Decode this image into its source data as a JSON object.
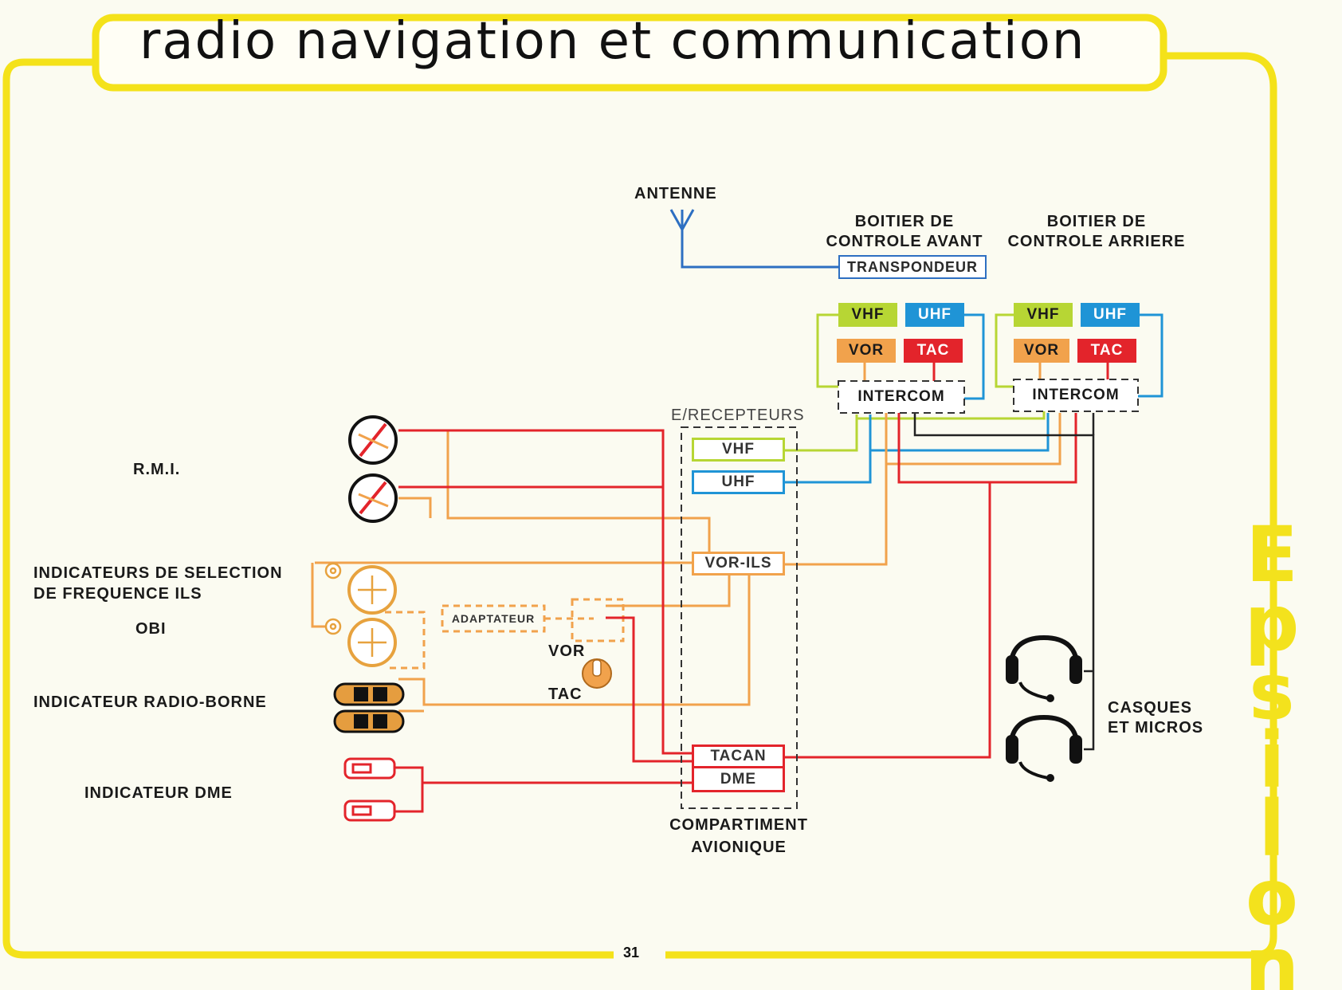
{
  "title": "radio navigation et communication",
  "page_number": "31",
  "brand": "Epsilon",
  "colors": {
    "frame": "#f4e21a",
    "vhf": "#b7d634",
    "uhf": "#1f94d6",
    "vor": "#f1a24c",
    "tac": "#e3242b",
    "black": "#222222"
  },
  "labels": {
    "antenne": "ANTENNE",
    "boitier_avant_1": "BOITIER DE",
    "boitier_avant_2": "CONTROLE AVANT",
    "boitier_arriere_1": "BOITIER DE",
    "boitier_arriere_2": "CONTROLE ARRIERE",
    "transpondeur": "TRANSPONDEUR",
    "recepteurs": "E/RECEPTEURS",
    "compartiment_1": "COMPARTIMENT",
    "compartiment_2": "AVIONIQUE",
    "rmi": "R.M.I.",
    "ils_1": "INDICATEURS DE SELECTION",
    "ils_2": "DE FREQUENCE ILS",
    "obi": "OBI",
    "radio_borne": "INDICATEUR RADIO-BORNE",
    "dme_ind": "INDICATEUR DME",
    "adaptateur": "ADAPTATEUR",
    "vor_switch": "VOR",
    "tac_switch": "TAC",
    "casques_1": "CASQUES",
    "casques_2": "ET MICROS"
  },
  "panels": {
    "front": {
      "vhf": "VHF",
      "uhf": "UHF",
      "vor": "VOR",
      "tac": "TAC",
      "intercom": "INTERCOM"
    },
    "rear": {
      "vhf": "VHF",
      "uhf": "UHF",
      "vor": "VOR",
      "tac": "TAC",
      "intercom": "INTERCOM"
    }
  },
  "avionics": {
    "vhf": "VHF",
    "uhf": "UHF",
    "vor_ils": "VOR-ILS",
    "tacan": "TACAN",
    "dme": "DME"
  }
}
